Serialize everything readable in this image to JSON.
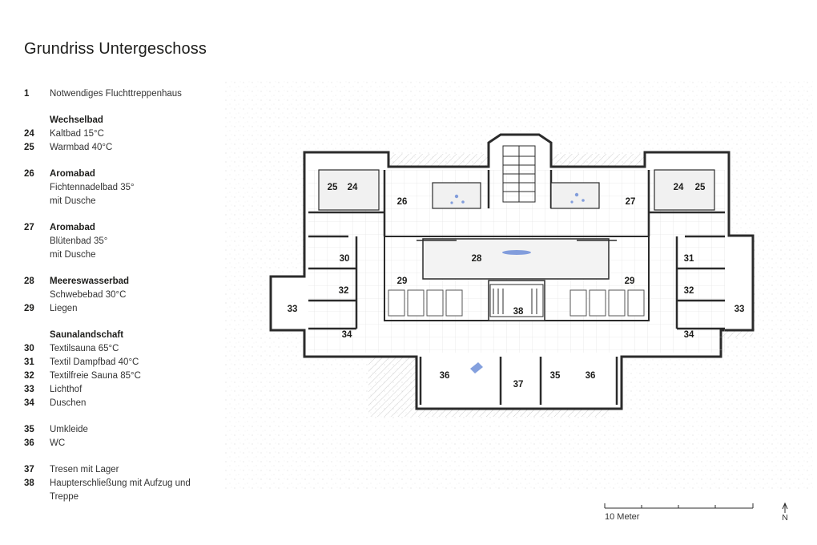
{
  "title": "Grundriss Untergeschoss",
  "legend": [
    {
      "items": [
        {
          "num": "1",
          "text": "Notwendiges Fluchttreppenhaus"
        }
      ]
    },
    {
      "heading": "Wechselbad",
      "items": [
        {
          "num": "24",
          "text": "Kaltbad 15°C"
        },
        {
          "num": "25",
          "text": "Warmbad 40°C"
        }
      ]
    },
    {
      "items": [
        {
          "num": "26",
          "heading": "Aromabad",
          "text": "Fichtennadelbad 35°"
        },
        {
          "num": "",
          "text": "mit Dusche"
        }
      ]
    },
    {
      "items": [
        {
          "num": "27",
          "heading": "Aromabad",
          "text": "Blütenbad 35°"
        },
        {
          "num": "",
          "text": "mit Dusche"
        }
      ]
    },
    {
      "items": [
        {
          "num": "28",
          "heading": "Meereswasserbad",
          "text": "Schwebebad 30°C"
        },
        {
          "num": "29",
          "text": "Liegen"
        }
      ]
    },
    {
      "heading": "Saunalandschaft",
      "items": [
        {
          "num": "30",
          "text": "Textilsauna  65°C"
        },
        {
          "num": "31",
          "text": "Textil Dampfbad 40°C"
        },
        {
          "num": "32",
          "text": "Textilfreie Sauna 85°C"
        },
        {
          "num": "33",
          "text": "Lichthof"
        },
        {
          "num": "34",
          "text": "Duschen"
        }
      ]
    },
    {
      "items": [
        {
          "num": "35",
          "text": "Umkleide"
        },
        {
          "num": "36",
          "text": "WC"
        }
      ]
    },
    {
      "items": [
        {
          "num": "37",
          "text": "Tresen mit Lager"
        },
        {
          "num": "38",
          "text": "Haupterschließung mit Aufzug und Treppe"
        }
      ]
    }
  ],
  "plan_labels": [
    {
      "id": "25a",
      "text": "25"
    },
    {
      "id": "24a",
      "text": "24"
    },
    {
      "id": "26",
      "text": "26"
    },
    {
      "id": "27",
      "text": "27"
    },
    {
      "id": "24b",
      "text": "24"
    },
    {
      "id": "25b",
      "text": "25"
    },
    {
      "id": "28",
      "text": "28"
    },
    {
      "id": "29a",
      "text": "29"
    },
    {
      "id": "29b",
      "text": "29"
    },
    {
      "id": "30",
      "text": "30"
    },
    {
      "id": "31",
      "text": "31"
    },
    {
      "id": "32a",
      "text": "32"
    },
    {
      "id": "32b",
      "text": "32"
    },
    {
      "id": "33a",
      "text": "33"
    },
    {
      "id": "33b",
      "text": "33"
    },
    {
      "id": "34a",
      "text": "34"
    },
    {
      "id": "34b",
      "text": "34"
    },
    {
      "id": "38",
      "text": "38"
    },
    {
      "id": "36a",
      "text": "36"
    },
    {
      "id": "35",
      "text": "35"
    },
    {
      "id": "36b",
      "text": "36"
    },
    {
      "id": "37",
      "text": "37"
    }
  ],
  "scale_label": "10 Meter",
  "north_label": "N",
  "colors": {
    "wall": "#2b2b2b",
    "water": "#6f8fd8",
    "hatch": "#c8c8c8"
  }
}
